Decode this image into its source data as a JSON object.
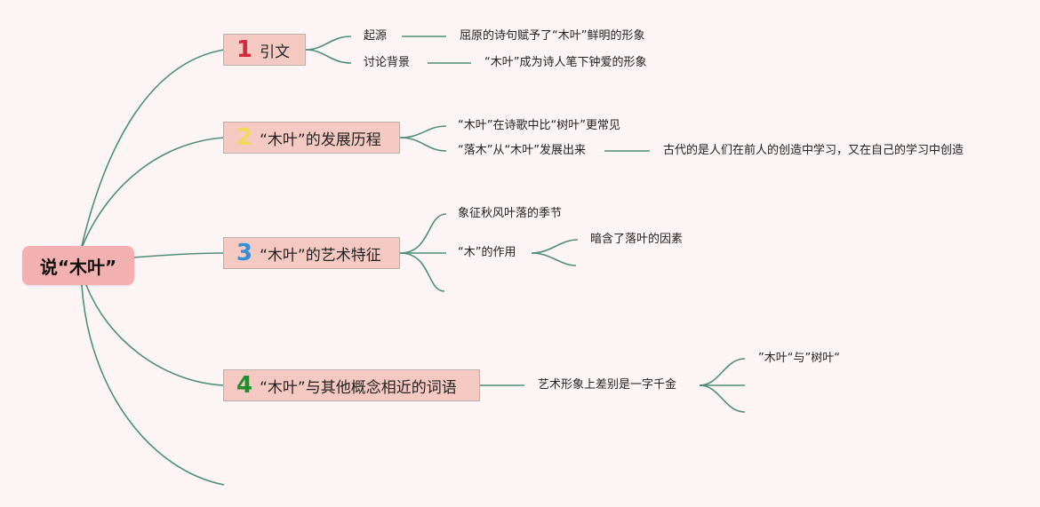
{
  "root": {
    "label": "说“木叶”"
  },
  "topics": [
    {
      "number": "1",
      "number_color": "#d8283c",
      "label": "引文"
    },
    {
      "number": "2",
      "number_color": "#f2d95a",
      "label": "“木叶”的发展历程"
    },
    {
      "number": "3",
      "number_color": "#2f8fd8",
      "label": "“木叶”的艺术特征"
    },
    {
      "number": "4",
      "number_color": "#1f8f2e",
      "label": "“木叶”与其他概念相近的词语"
    }
  ],
  "branches": {
    "intro_origin": "起源",
    "intro_origin_detail": "屈原的诗句赋予了“木叶”鲜明的形象",
    "intro_background": "讨论背景",
    "intro_background_detail": "“木叶”成为诗人笔下钟爱的形象",
    "dev_common": "“木叶”在诗歌中比“树叶”更常见",
    "dev_luomu": "“落木”从“木叶”发展出来",
    "dev_luomu_detail": "古代的是人们在前人的创造中学习，又在自己的学习中创造",
    "art_symbol": "象征秋风叶落的季节",
    "art_mu_role": "“木”的作用",
    "art_mu_detail": "暗含了落叶的因素",
    "related_diff": "艺术形象上差别是一字千金",
    "related_compare": "”木叶“与”树叶“"
  },
  "colors": {
    "background": "#fcf4f5",
    "root_fill": "#f2b0b0",
    "topic_fill": "#f3c9c2",
    "link": "#4f8f78"
  }
}
